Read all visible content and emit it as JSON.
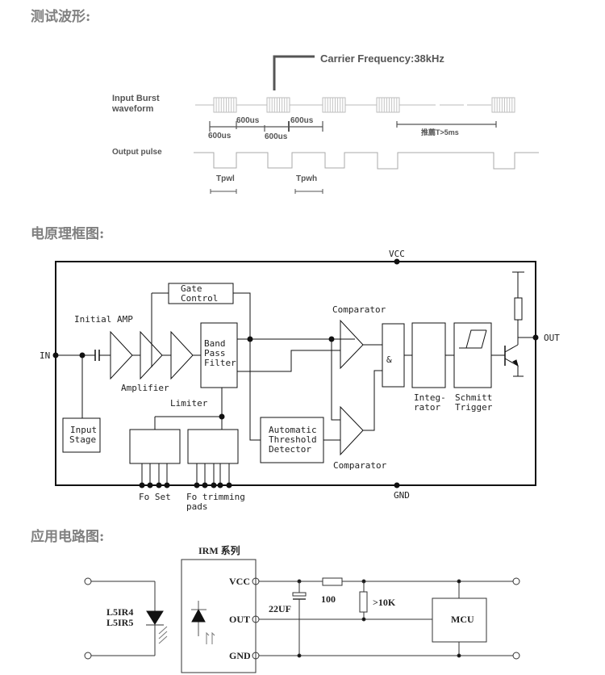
{
  "sections": {
    "waveform_heading": "测试波形:",
    "block_heading": "电原理框图:",
    "app_heading": "应用电路图:"
  },
  "waveform": {
    "carrier_label": "Carrier Frequency:38kHz",
    "input_label_1": "Input Burst",
    "input_label_2": "waveform",
    "output_label": "Output pulse",
    "t1": "600us",
    "t2": "600us",
    "t3": "600us",
    "t4": "600us",
    "interval": "推薦T>5ms",
    "tpwl": "Tpwl",
    "tpwh": "Tpwh"
  },
  "block": {
    "vcc": "VCC",
    "gnd": "GND",
    "in": "IN",
    "out": "OUT",
    "initial_amp": "Initial AMP",
    "amplifier": "Amplifier",
    "limiter": "Limiter",
    "gate_1": "Gate",
    "gate_2": "Control",
    "bpf_1": "Band",
    "bpf_2": "Pass",
    "bpf_3": "Filter",
    "comparator_top": "Comparator",
    "comparator_bottom": "Comparator",
    "and": "&",
    "integ_1": "Integ-",
    "integ_2": "rator",
    "schmitt_1": "Schmitt",
    "schmitt_2": "Trigger",
    "input_stage_1": "Input",
    "input_stage_2": "Stage",
    "atd_1": "Automatic",
    "atd_2": "Threshold",
    "atd_3": "Detector",
    "fo_set": "Fo Set",
    "fo_trim_1": "Fo trimming",
    "fo_trim_2": "pads"
  },
  "app": {
    "module_title": "IRM 系列",
    "vcc": "VCC",
    "out": "OUT",
    "gnd": "GND",
    "led_1": "L5IR4",
    "led_2": "L5IR5",
    "cap": "22UF",
    "res1": "100",
    "res2": ">10K",
    "mcu": "MCU"
  }
}
